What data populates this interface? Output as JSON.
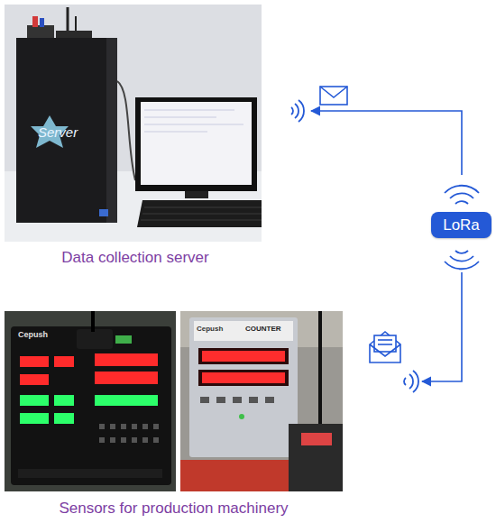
{
  "diagram": {
    "nodes": [
      {
        "text": [
          "Data collection server"
        ]
      },
      {
        "text": [
          "LoRa"
        ]
      },
      {
        "text": [
          "Sensors for production machinery"
        ]
      }
    ],
    "edges": [
      {
        "from": 1,
        "to": 0,
        "arrow": "to"
      },
      {
        "from": 1,
        "to": 2,
        "arrow": "to"
      }
    ],
    "labels": [
      "Server",
      "Cepush",
      "Cepush",
      "COUNTER"
    ]
  }
}
